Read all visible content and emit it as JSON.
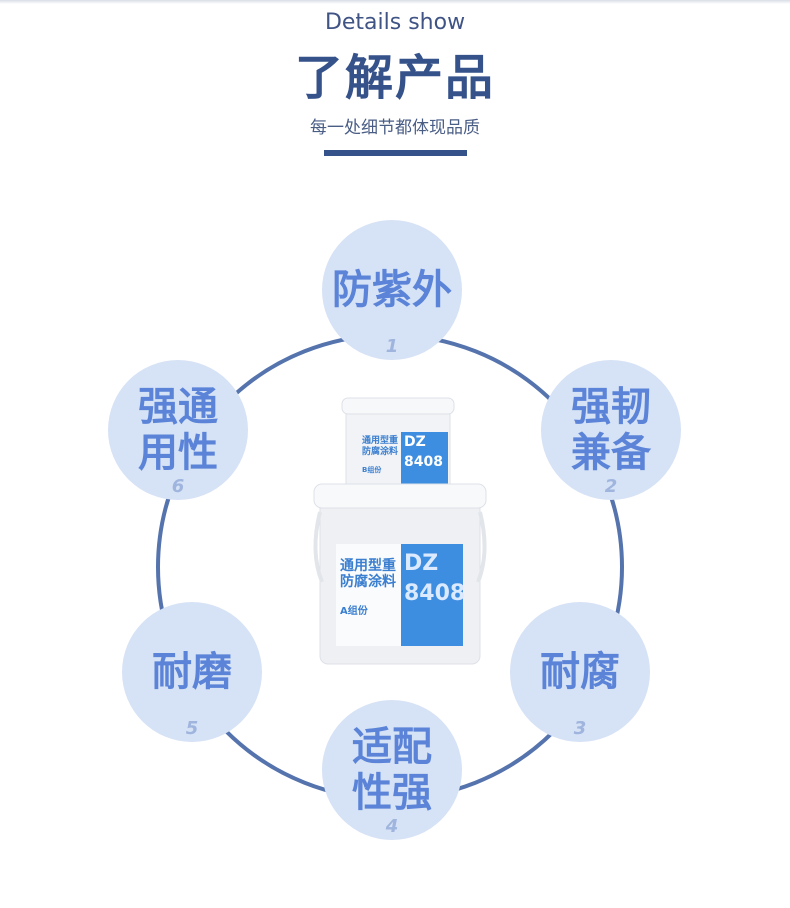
{
  "header": {
    "subtitle": "Details show",
    "title": "了解产品",
    "tagline": "每一处细节都体现品质"
  },
  "features": [
    {
      "num": "1",
      "label": "防紫外"
    },
    {
      "num": "2",
      "label": "强韧兼备"
    },
    {
      "num": "3",
      "label": "耐腐"
    },
    {
      "num": "4",
      "label": "适配性强"
    },
    {
      "num": "5",
      "label": "耐磨"
    },
    {
      "num": "6",
      "label": "强通用性"
    }
  ],
  "product": {
    "name": "通用型重防腐涂料",
    "model_line1": "DZ",
    "model_line2": "8408",
    "part_a": "A组份",
    "part_b": "B组份"
  },
  "colors": {
    "accent": "#36528a",
    "circle": "#d6e2f5",
    "feature_text": "#5b84d8",
    "ring": "#5573ad"
  }
}
